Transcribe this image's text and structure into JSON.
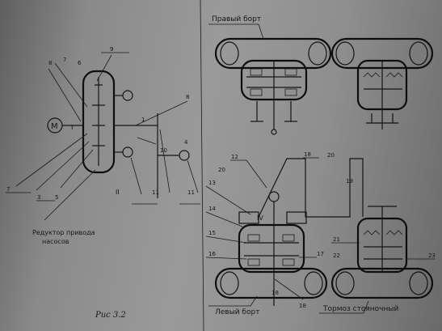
{
  "labels": {
    "right_side": "Правый борт",
    "left_side": "Левый борт",
    "brake": "Тормоз стояночный",
    "pump_reducer_line1": "Редуктор привода",
    "pump_reducer_line2": "насосов",
    "figure": "Рис 3.2"
  },
  "callouts": [
    "9",
    "8",
    "7",
    "6",
    "1",
    "8",
    "7",
    "3",
    "5",
    "11",
    "10",
    "11",
    "12",
    "13",
    "14",
    "15",
    "16",
    "17",
    "18",
    "19",
    "20",
    "21",
    "22",
    "23",
    "18",
    "18",
    "19",
    "20",
    "4"
  ],
  "roman_numerals": [
    "II",
    "I",
    "IV"
  ]
}
